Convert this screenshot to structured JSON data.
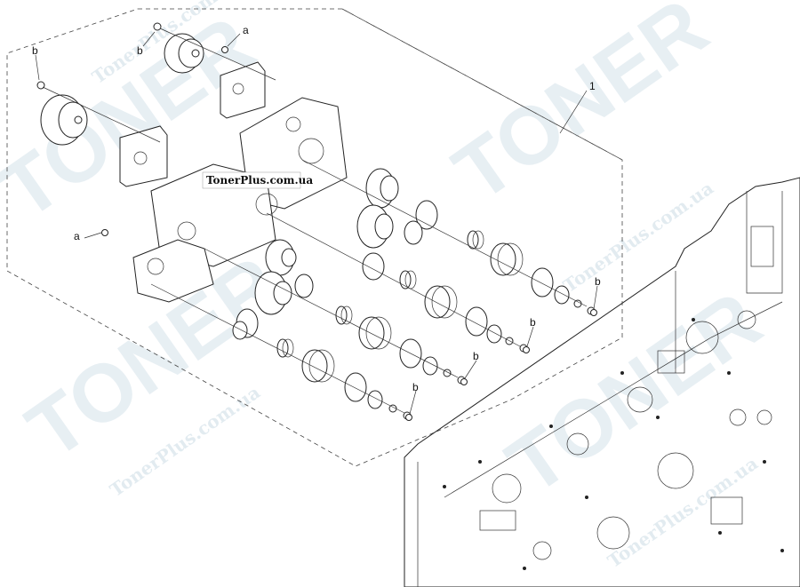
{
  "callouts": {
    "assembly_number": "1",
    "screw_a": "a",
    "screw_b": "b"
  },
  "watermarks": {
    "brand_large": "TONER",
    "site_url": "TonerPlus.com.ua"
  },
  "badge": {
    "text": "TonerPlus.com.ua"
  }
}
